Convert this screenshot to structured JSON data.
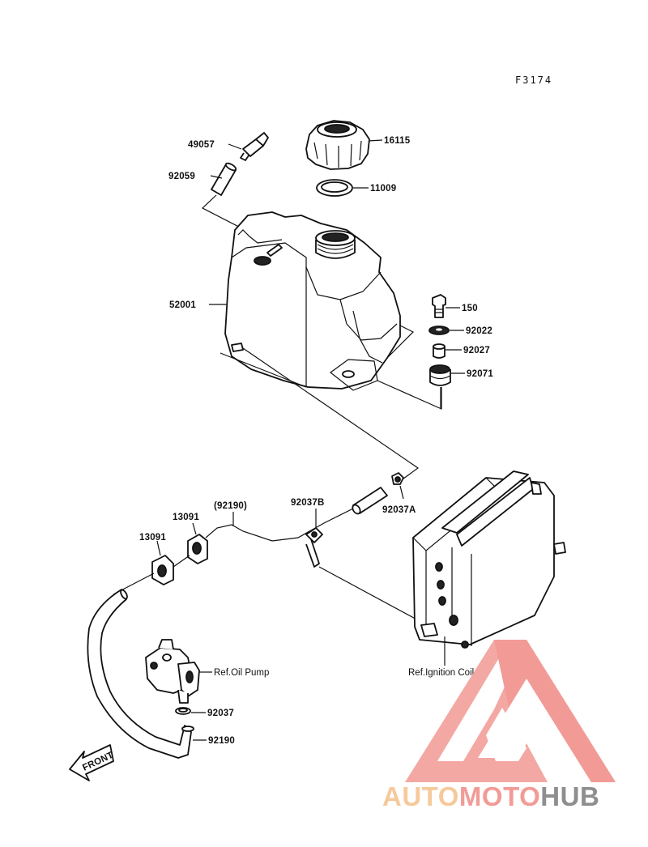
{
  "diagram": {
    "code": "F3174",
    "parts": [
      {
        "id": "p-49057",
        "label": "49057"
      },
      {
        "id": "p-16115",
        "label": "16115"
      },
      {
        "id": "p-92059",
        "label": "92059"
      },
      {
        "id": "p-11009",
        "label": "11009"
      },
      {
        "id": "p-52001",
        "label": "52001"
      },
      {
        "id": "p-150",
        "label": "150"
      },
      {
        "id": "p-92022",
        "label": "92022"
      },
      {
        "id": "p-92027",
        "label": "92027"
      },
      {
        "id": "p-92071",
        "label": "92071"
      },
      {
        "id": "p-92037A",
        "label": "92037A"
      },
      {
        "id": "p-92037B",
        "label": "92037B"
      },
      {
        "id": "p-92190a",
        "label": "(92190)"
      },
      {
        "id": "p-13091a",
        "label": "13091"
      },
      {
        "id": "p-13091b",
        "label": "13091"
      },
      {
        "id": "p-92037",
        "label": "92037"
      },
      {
        "id": "p-92190b",
        "label": "92190"
      }
    ],
    "refs": {
      "oil_pump": "Ref.Oil Pump",
      "ignition_coil": "Ref.Ignition Coil"
    },
    "front_arrow": "FRONT"
  },
  "watermark": {
    "word_part1": "AUTO",
    "word_part2": "MOTO",
    "word_part3": "HUB",
    "color_light": "#f5c08a",
    "color_mid": "#f08a84",
    "color_dark": "#7b7b7b"
  }
}
